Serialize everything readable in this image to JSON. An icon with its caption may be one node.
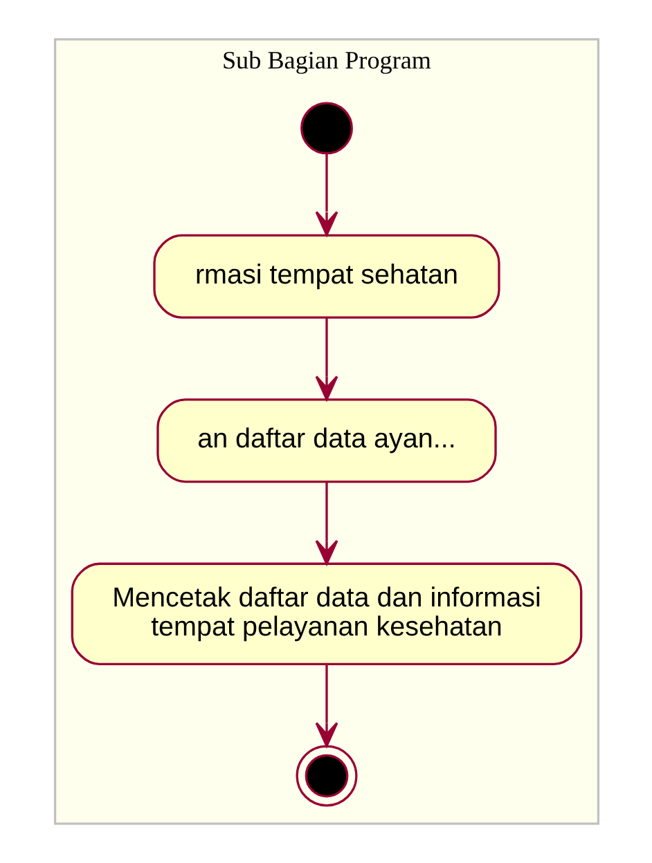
{
  "diagram": {
    "nodes": [
      {
        "text": [
          "Sub Bagian Program"
        ]
      },
      {
        "text": [],
        "shape": "circle",
        "in": 0
      },
      {
        "text": [
          "rmasi tempat sehatan"
        ],
        "in": 0
      },
      {
        "text": [
          "an daftar data ayan..."
        ],
        "in": 0
      },
      {
        "text": [
          "Mencetak daftar data dan informasi tempat pelayanan kesehatan"
        ],
        "in": 0
      },
      {
        "text": [],
        "shape": "bullseye",
        "in": 0
      }
    ],
    "edges": [
      {
        "from": 1,
        "to": 2,
        "arrow": "to"
      },
      {
        "from": 2,
        "to": 3,
        "arrow": "to"
      },
      {
        "from": 3,
        "to": 4,
        "arrow": "to"
      },
      {
        "from": 4,
        "to": 5,
        "arrow": "to"
      }
    ]
  }
}
